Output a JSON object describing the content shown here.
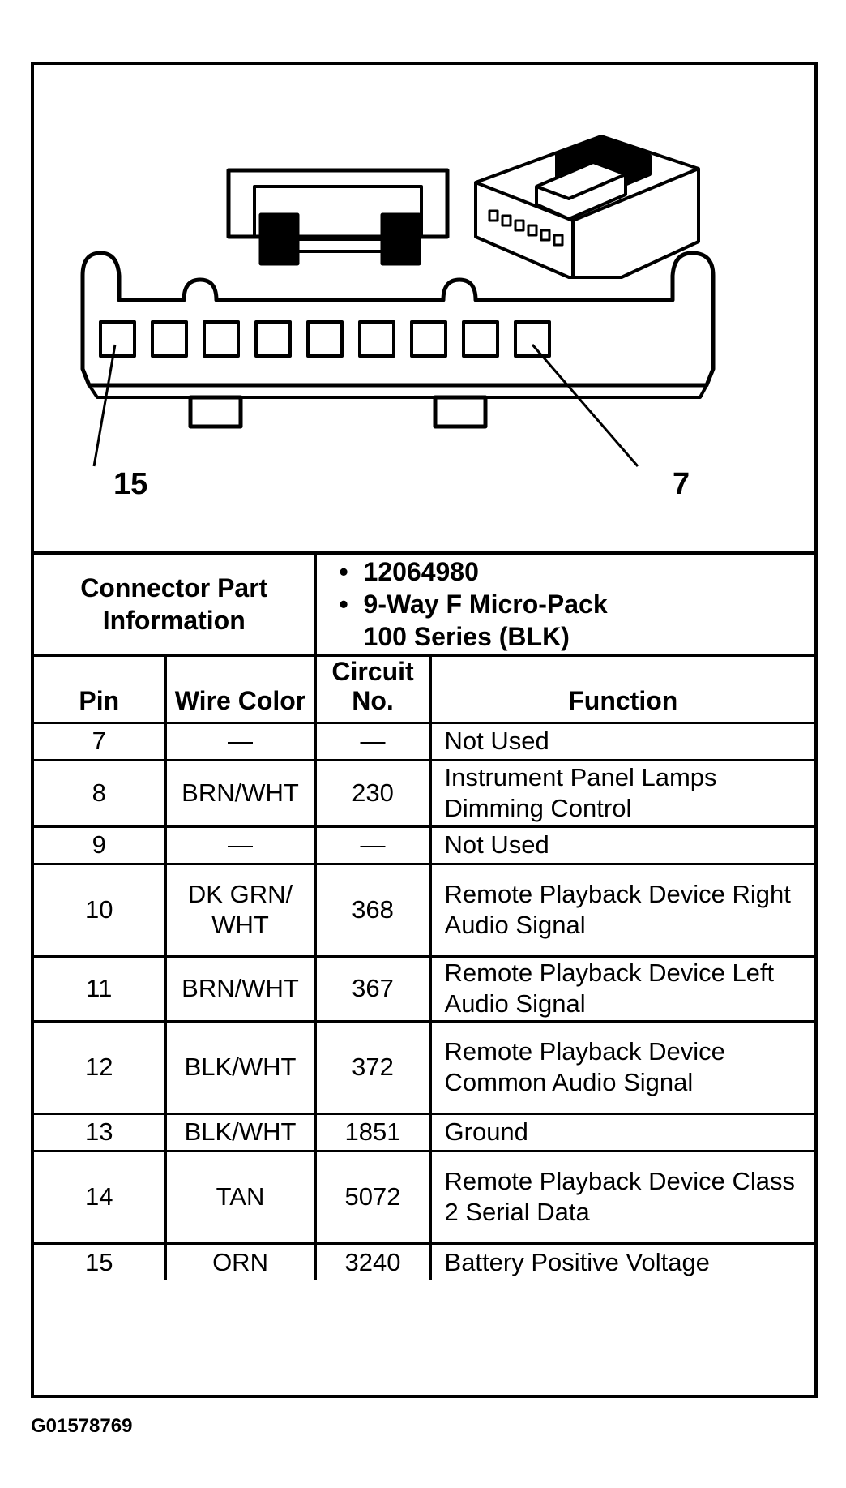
{
  "diagram": {
    "pin_callouts": {
      "left": "15",
      "right": "7"
    },
    "connector_cavities": 9
  },
  "connector_info": {
    "label": "Connector Part Information",
    "values": [
      "12064980",
      "9-Way F Micro-Pack",
      "100 Series (BLK)"
    ]
  },
  "table": {
    "headers": {
      "pin": "Pin",
      "wire_color": "Wire Color",
      "circuit": "Circuit No.",
      "function": "Function"
    },
    "rows": [
      {
        "pin": "7",
        "wire_color": "—",
        "circuit": "—",
        "function": "Not Used"
      },
      {
        "pin": "8",
        "wire_color": "BRN/WHT",
        "circuit": "230",
        "function": "Instrument Panel Lamps Dimming Control"
      },
      {
        "pin": "9",
        "wire_color": "—",
        "circuit": "—",
        "function": "Not Used"
      },
      {
        "pin": "10",
        "wire_color": "DK GRN/ WHT",
        "circuit": "368",
        "function": "Remote Playback Device Right Audio Signal"
      },
      {
        "pin": "11",
        "wire_color": "BRN/WHT",
        "circuit": "367",
        "function": "Remote Playback Device Left Audio Signal"
      },
      {
        "pin": "12",
        "wire_color": "BLK/WHT",
        "circuit": "372",
        "function": "Remote Playback Device Common Audio Signal"
      },
      {
        "pin": "13",
        "wire_color": "BLK/WHT",
        "circuit": "1851",
        "function": "Ground"
      },
      {
        "pin": "14",
        "wire_color": "TAN",
        "circuit": "5072",
        "function": "Remote Playback Device Class 2 Serial Data"
      },
      {
        "pin": "15",
        "wire_color": "ORN",
        "circuit": "3240",
        "function": "Battery Positive Voltage"
      }
    ]
  },
  "figure_id": "G01578769"
}
